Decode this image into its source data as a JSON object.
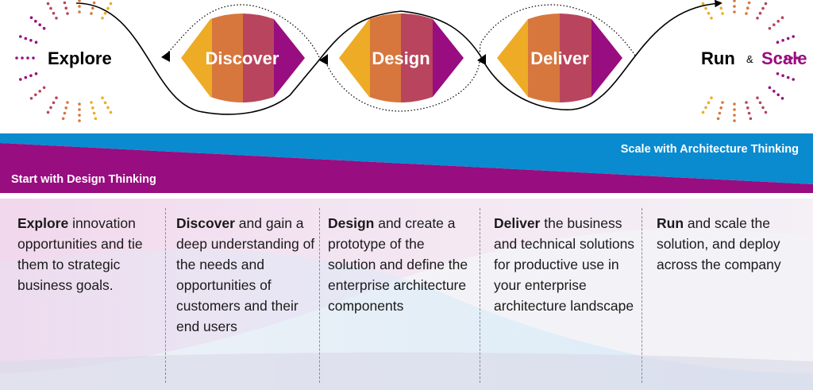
{
  "top": {
    "explore": "Explore",
    "run": "Run",
    "amp": "&",
    "scale": "Scale"
  },
  "phases": [
    {
      "label": "Discover"
    },
    {
      "label": "Design"
    },
    {
      "label": "Deliver"
    }
  ],
  "bands": {
    "architecture": "Scale with Architecture Thinking",
    "design": "Start with Design Thinking"
  },
  "columns": [
    {
      "bold": "Explore",
      "text": " innovation opportunities and tie them to strategic business goals."
    },
    {
      "bold": "Discover",
      "text": " and gain a deep understanding of the needs and opportunities of customers and their end users"
    },
    {
      "bold": "Design",
      "text": " and create a prototype of the solution and define the enterprise architecture components"
    },
    {
      "bold": "Deliver",
      "text": " the business and technical solutions for productive use in your enterprise architecture landscape"
    },
    {
      "bold": "Run",
      "text": " and scale the solution, and deploy across the company"
    }
  ],
  "colors": {
    "yellow": "#eeab25",
    "orange": "#d7773d",
    "red": "#b8455d",
    "purple": "#980d7f",
    "blue": "#0a8bd0",
    "text": "#1a1a1a"
  }
}
